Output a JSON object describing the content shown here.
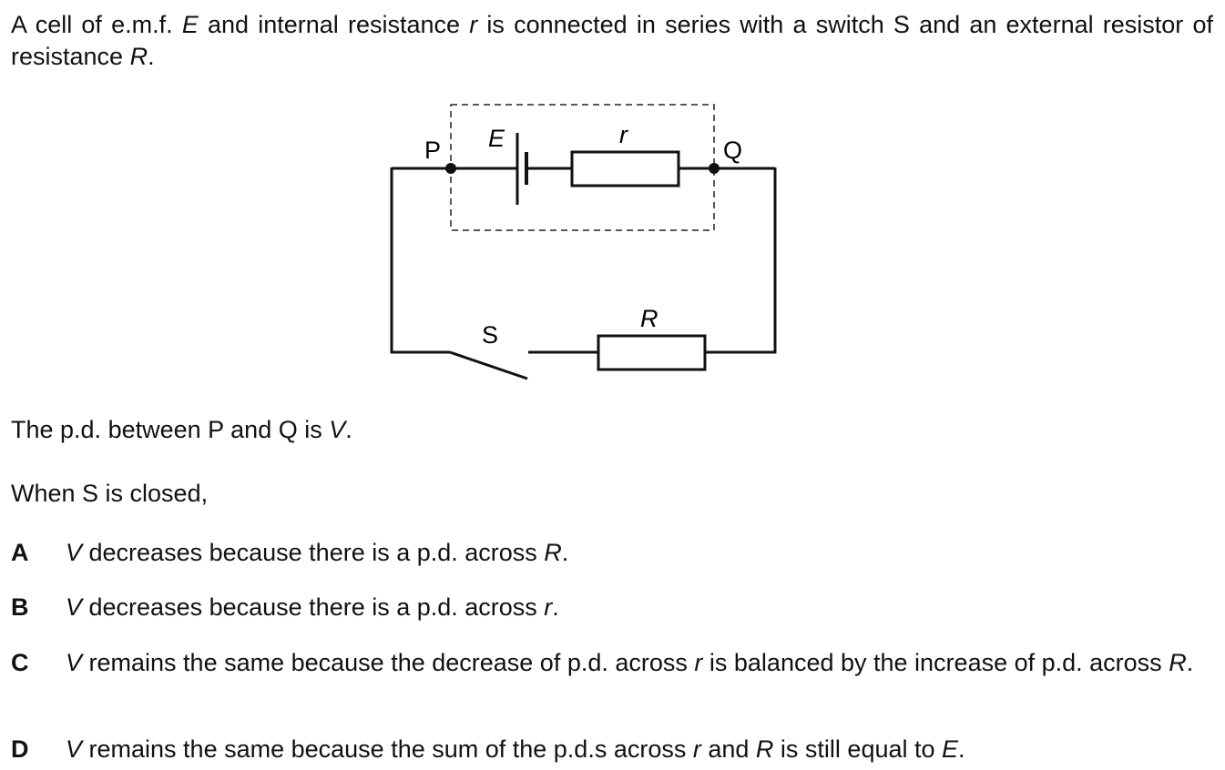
{
  "intro": {
    "t1": "A cell of e.m.f. ",
    "E": "E",
    "t2": " and internal resistance ",
    "r": "r",
    "t3": " is connected in series with a switch S and an external resistor of resistance ",
    "R": "R",
    "t4": "."
  },
  "diagram": {
    "label_P": "P",
    "label_Q": "Q",
    "label_E": "E",
    "label_r": "r",
    "label_S": "S",
    "label_R": "R"
  },
  "statement": {
    "t1": "The p.d. between P and Q is ",
    "V": "V",
    "t2": "."
  },
  "prompt": "When S is closed,",
  "options": [
    {
      "letter": "A",
      "parts": [
        "V",
        " decreases because there is a p.d. across ",
        "R",
        "."
      ]
    },
    {
      "letter": "B",
      "parts": [
        "V",
        " decreases because there is a p.d. across ",
        "r",
        "."
      ]
    },
    {
      "letter": "C",
      "parts": [
        "V",
        " remains the same because the decrease of p.d. across ",
        "r",
        " is balanced by the increase of p.d. across ",
        "R",
        "."
      ]
    },
    {
      "letter": "D",
      "parts": [
        "V",
        " remains the same because the sum of the p.d.s across ",
        "r",
        " and ",
        "R",
        " is still equal to ",
        "E",
        "."
      ]
    }
  ]
}
